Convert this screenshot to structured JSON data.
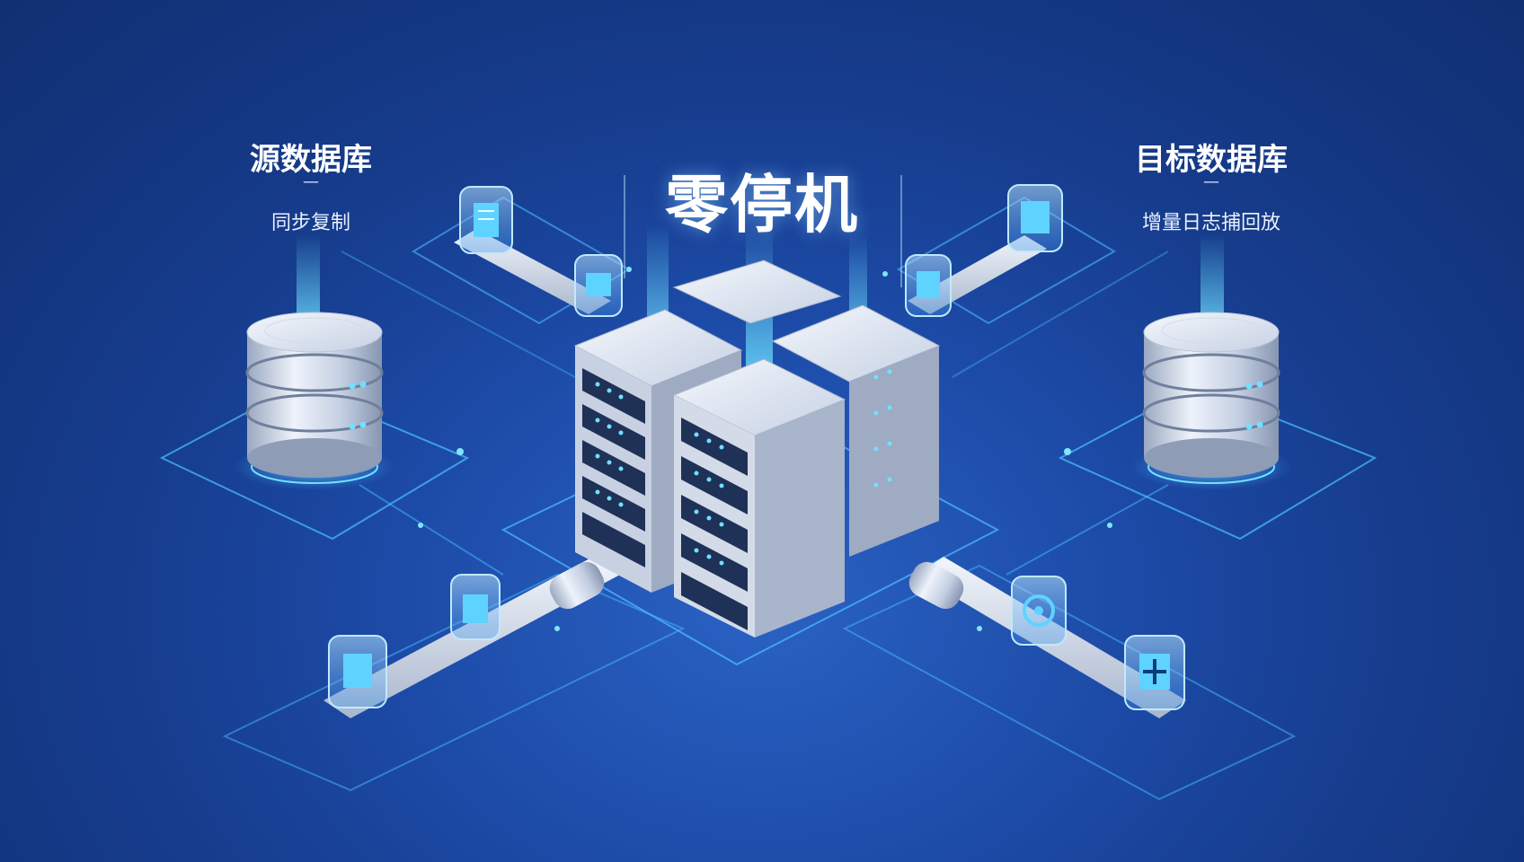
{
  "main_title": "零停机",
  "source": {
    "title": "源数据库",
    "separator": "—",
    "subtitle": "同步复制"
  },
  "target": {
    "title": "目标数据库",
    "separator": "—",
    "subtitle": "增量日志捕回放"
  },
  "colors": {
    "background": "#163c8c",
    "glow": "#5fd3ff",
    "server_silver": "#d9e2f0",
    "led": "#6fe1ff"
  },
  "icons": [
    "database-icon",
    "server-rack-icon",
    "document-icon",
    "folder-icon",
    "backup-icon",
    "plus-icon",
    "connector-icon"
  ]
}
